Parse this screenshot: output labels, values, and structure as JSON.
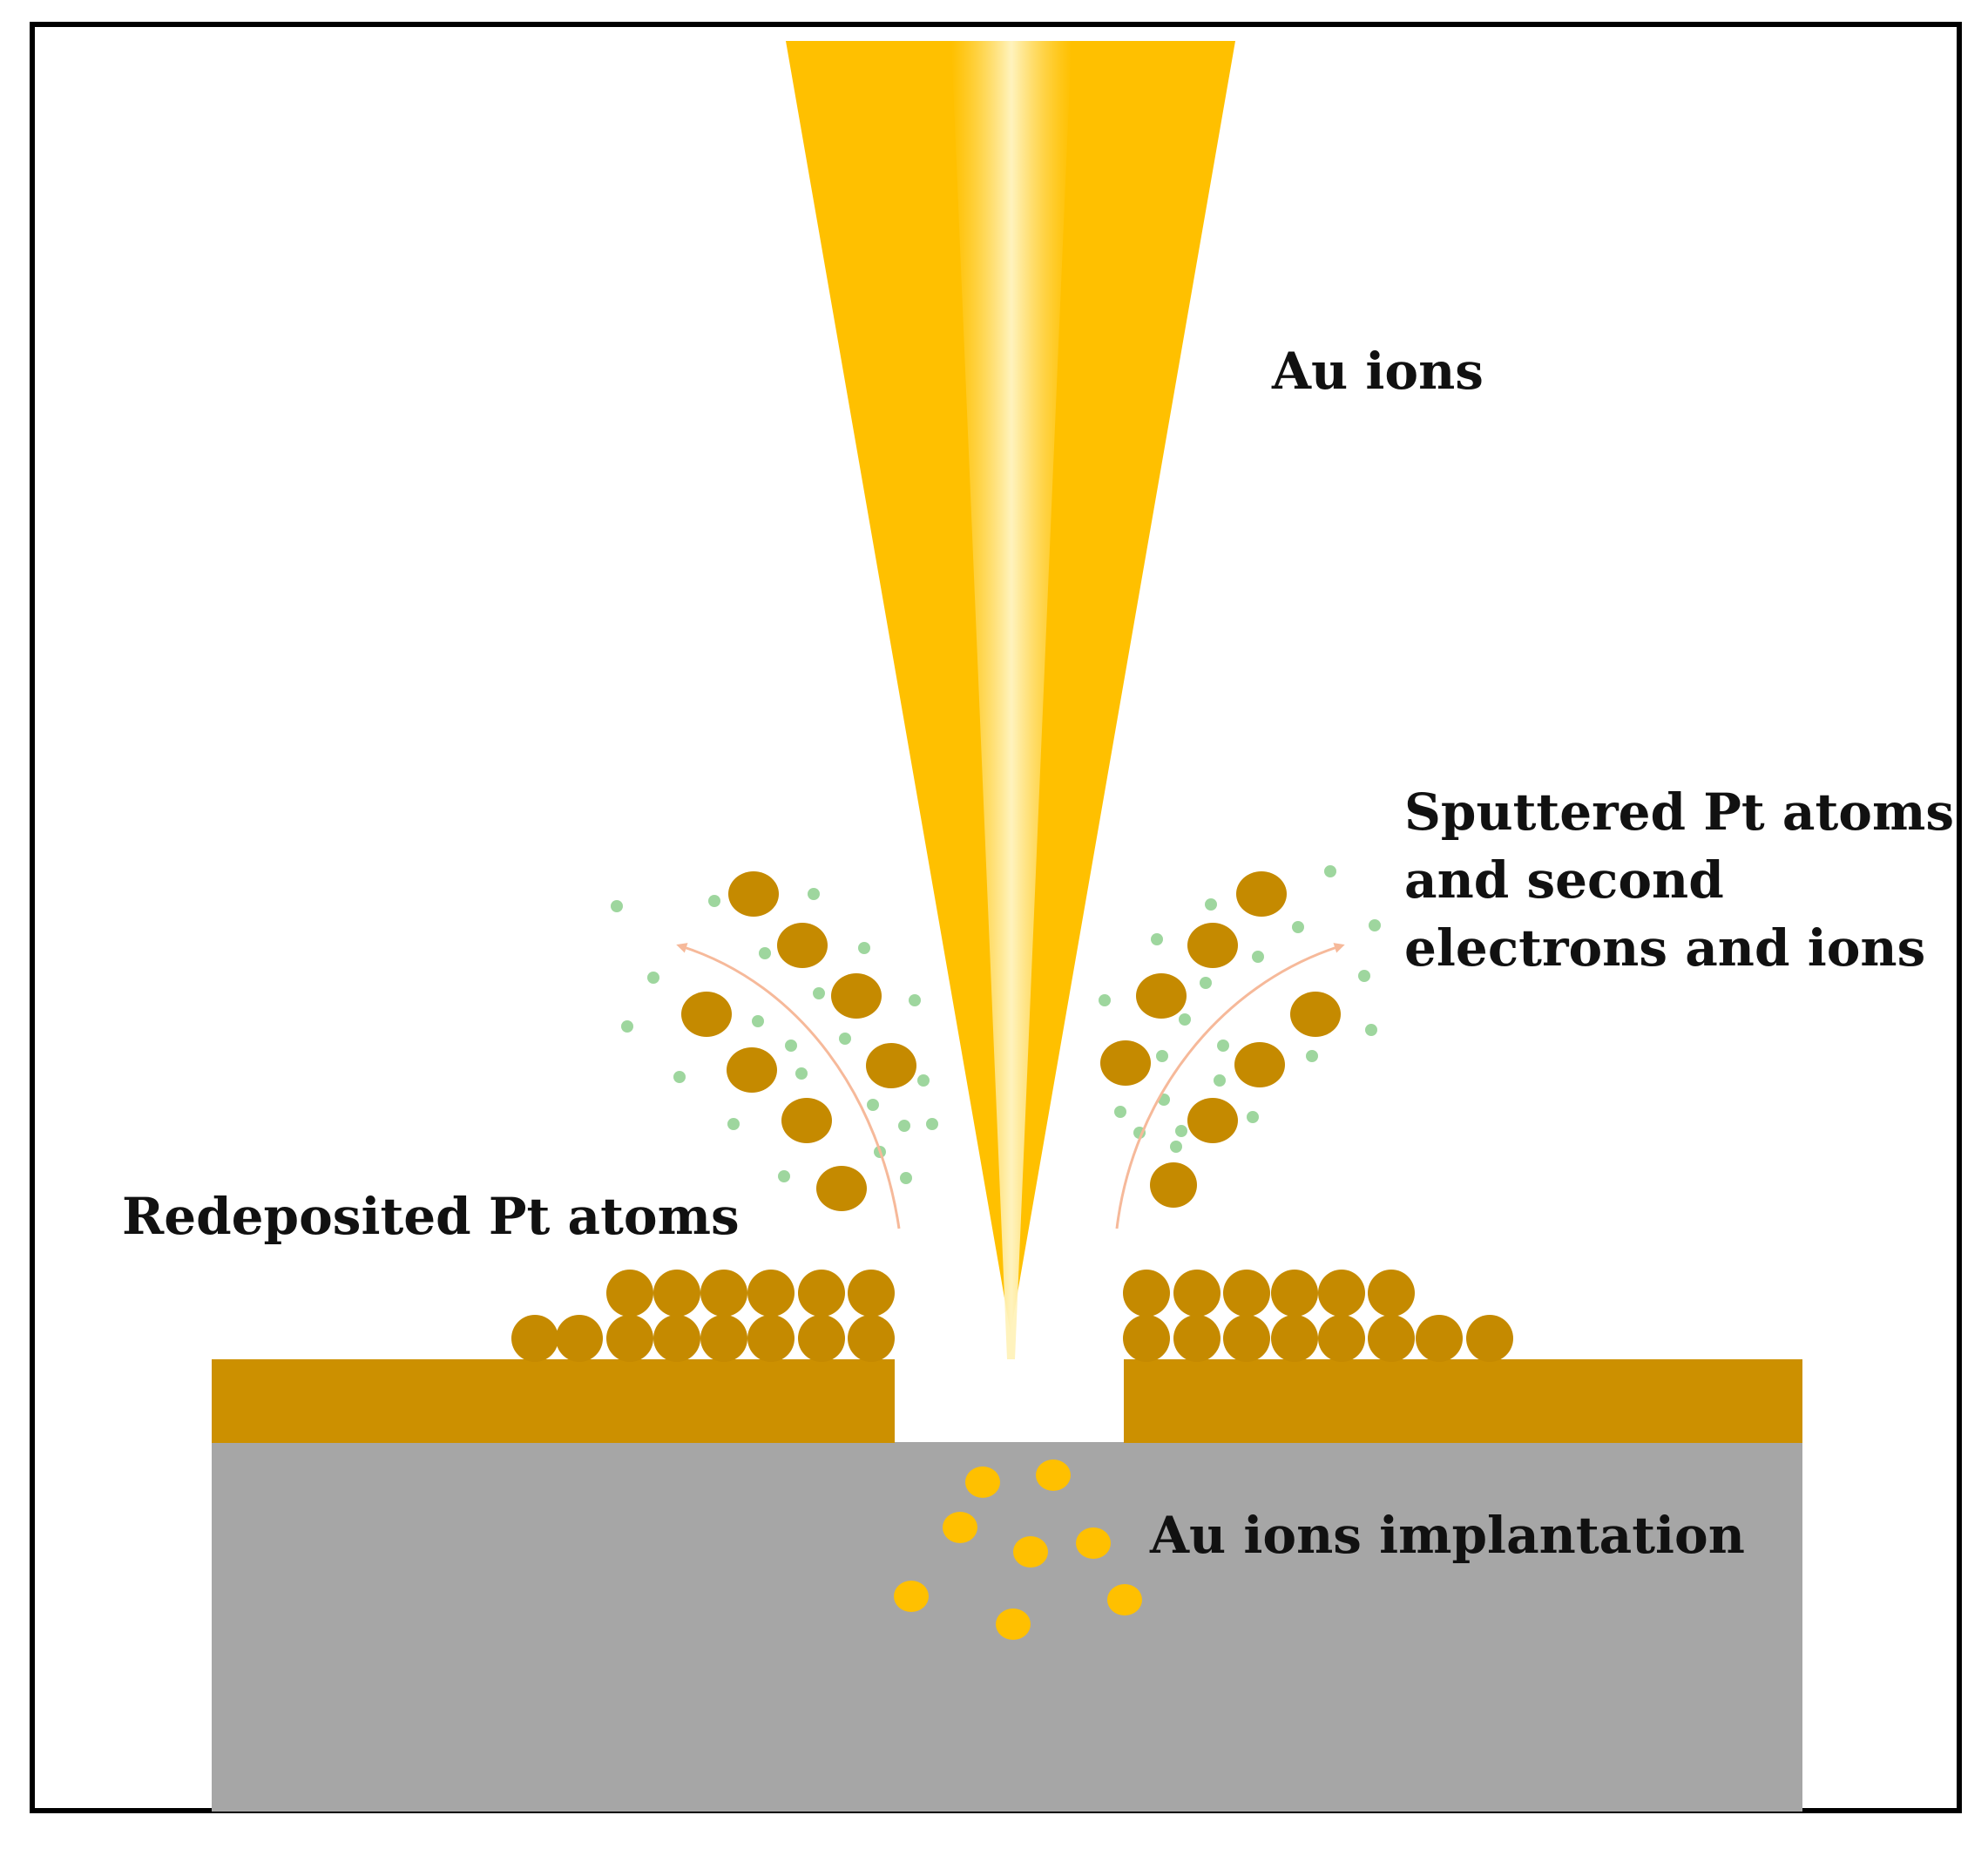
{
  "labels": {
    "au_ions": "Au ions",
    "sputtered_line1": "Sputtered Pt atoms",
    "sputtered_line2": "and second",
    "sputtered_line3": "electrons and ions",
    "redeposited": "Redeposited Pt atoms",
    "implantation": "Au ions implantation"
  },
  "colors": {
    "beam": "#FFC000",
    "beam_core": "#FFEFA6",
    "pt_layer": "#CC9000",
    "pt_atom": "#C58A00",
    "substrate": "#A6A6A6",
    "au_particle": "#FFC000",
    "electron_dot": "#9ED69E",
    "arrow": "#F6B99A",
    "frame": "#000000",
    "text": "#111111"
  }
}
